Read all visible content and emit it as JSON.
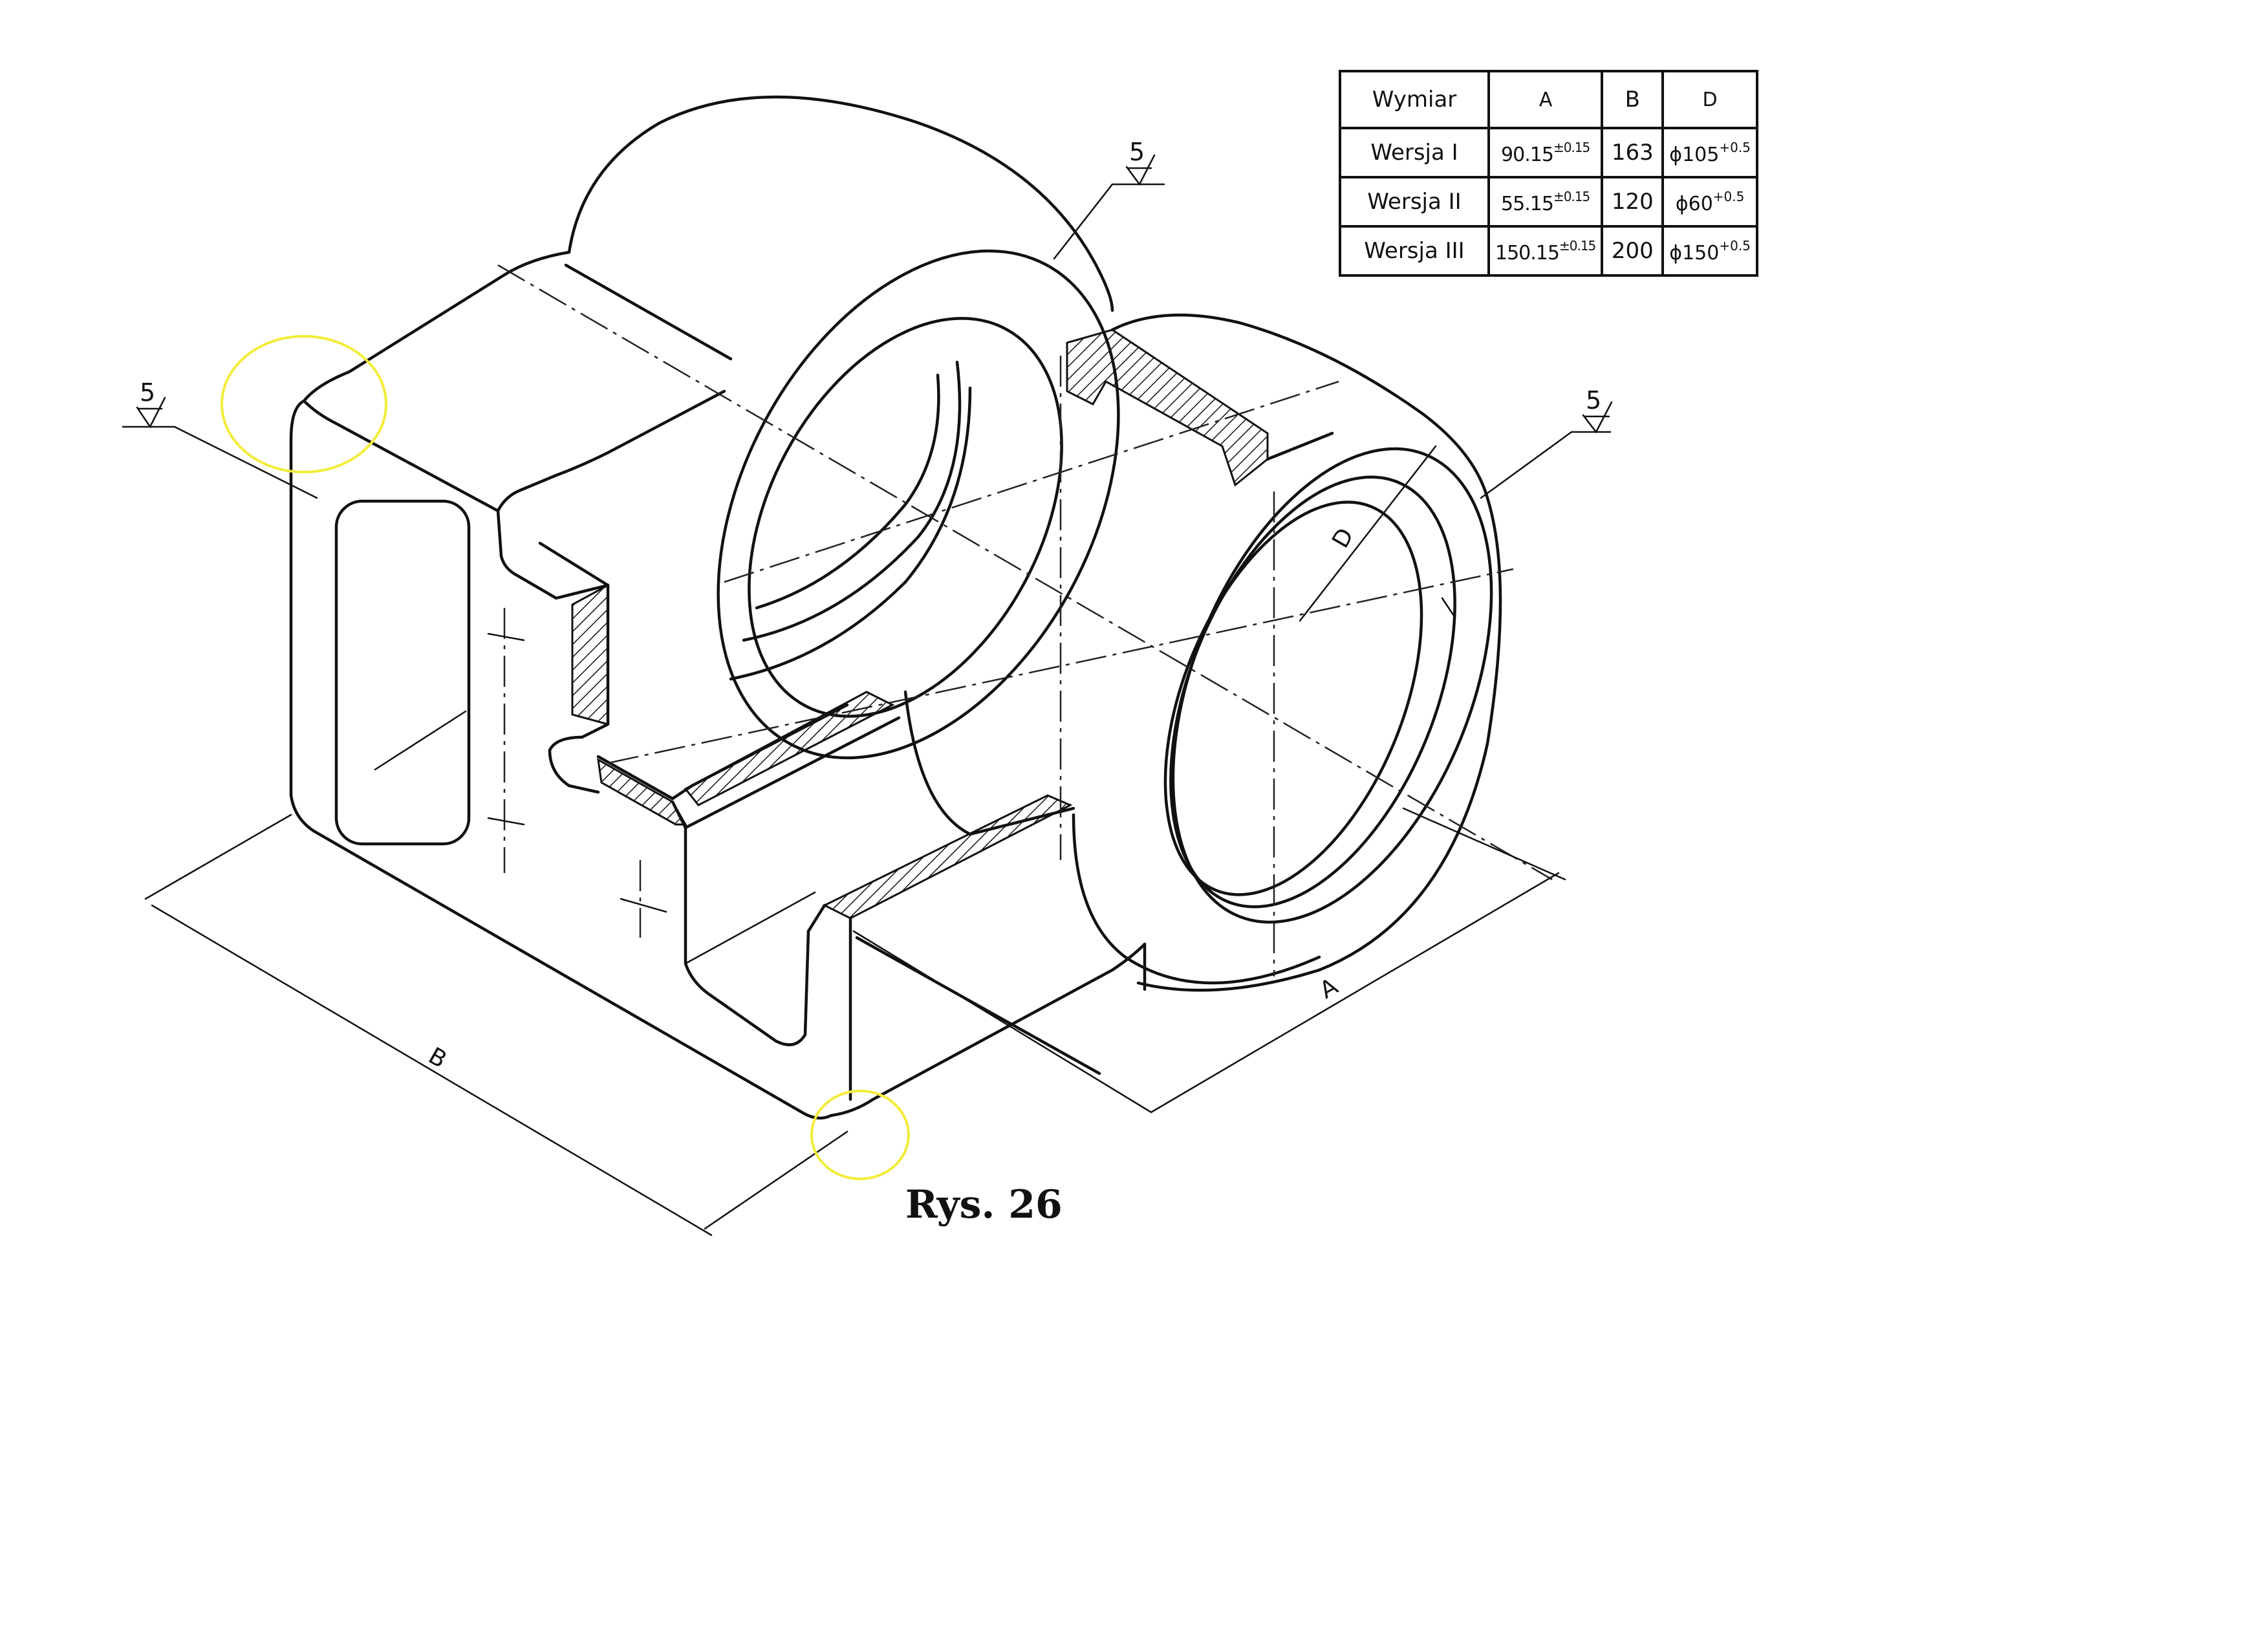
{
  "table": {
    "headers": [
      "Wymiar",
      "A",
      "B",
      "D"
    ],
    "rows": [
      {
        "label": "Wersja I",
        "a": "90.15",
        "a_tol": "±0.15",
        "b": "163",
        "d": "ϕ105",
        "d_tol": "+0.5"
      },
      {
        "label": "Wersja II",
        "a": "55.15",
        "a_tol": "±0.15",
        "b": "120",
        "d": "ϕ60",
        "d_tol": "+0.5"
      },
      {
        "label": "Wersja III",
        "a": "150.15",
        "a_tol": "±0.15",
        "b": "200",
        "d": "ϕ150",
        "d_tol": "+0.5"
      }
    ]
  },
  "dimensions": {
    "a": "A",
    "b": "B",
    "d": "D"
  },
  "surface_symbols": [
    "5",
    "5",
    "5"
  ],
  "caption": "Rys. 26",
  "colors": {
    "line": "#111111",
    "highlight": "#f2ec3a",
    "paper": "#ffffff"
  }
}
